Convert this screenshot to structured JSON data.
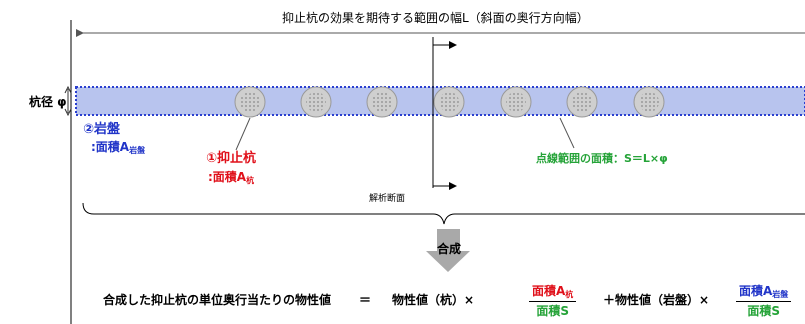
{
  "width_label": "抑止杭の効果を期待する範囲の幅L（斜面の奥行方向幅）",
  "pile_diameter_label": "杭径 φ",
  "rock": {
    "marker": "②",
    "name": "岩盤",
    "area_prefix": ":面積A",
    "area_sub": "岩盤"
  },
  "pile": {
    "marker": "①",
    "name": "抑止杭",
    "area_prefix": ":面積A",
    "area_sub": "杭"
  },
  "dotted_area_text": "点線範囲の面積：S＝L×φ",
  "section_label": "解析断面",
  "combine_label": "合成",
  "formula": {
    "lhs": "合成した抑止杭の単位奥行当たりの物性値",
    "equals": "＝",
    "term1": "物性値（杭）×",
    "frac1_num_prefix": "面積A",
    "frac1_num_sub": "杭",
    "frac1_den": "面積S",
    "term2": "＋物性値（岩盤）×",
    "frac2_num_prefix": "面積A",
    "frac2_num_sub": "岩盤",
    "frac2_den": "面積S"
  },
  "colors": {
    "band_fill": "#b8c4ee",
    "dotted_border": "#2a3fd0",
    "pile_fill": "#cfcfcf",
    "arrow_fill": "#a9a9a9"
  }
}
